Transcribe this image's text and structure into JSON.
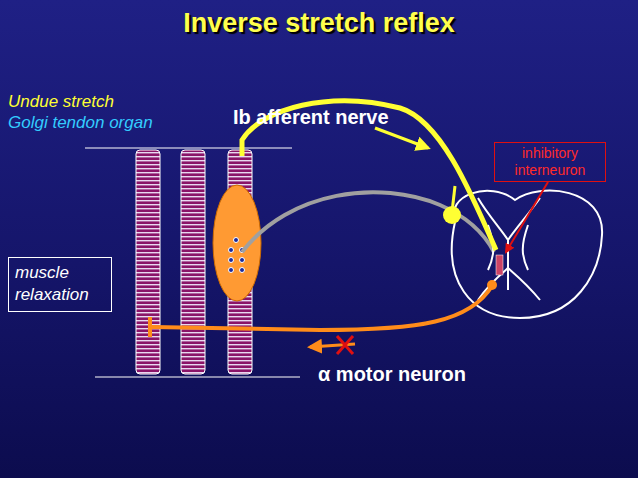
{
  "diagram": {
    "title": "Inverse stretch reflex",
    "nodes": [
      {
        "text": [
          "inhibitory interneuron"
        ]
      },
      {
        "text": [
          "muscle relaxation"
        ]
      }
    ],
    "labels": [
      "Undue stretch",
      "Golgi tendon organ",
      "Ib afferent nerve",
      "α motor neuron"
    ]
  }
}
